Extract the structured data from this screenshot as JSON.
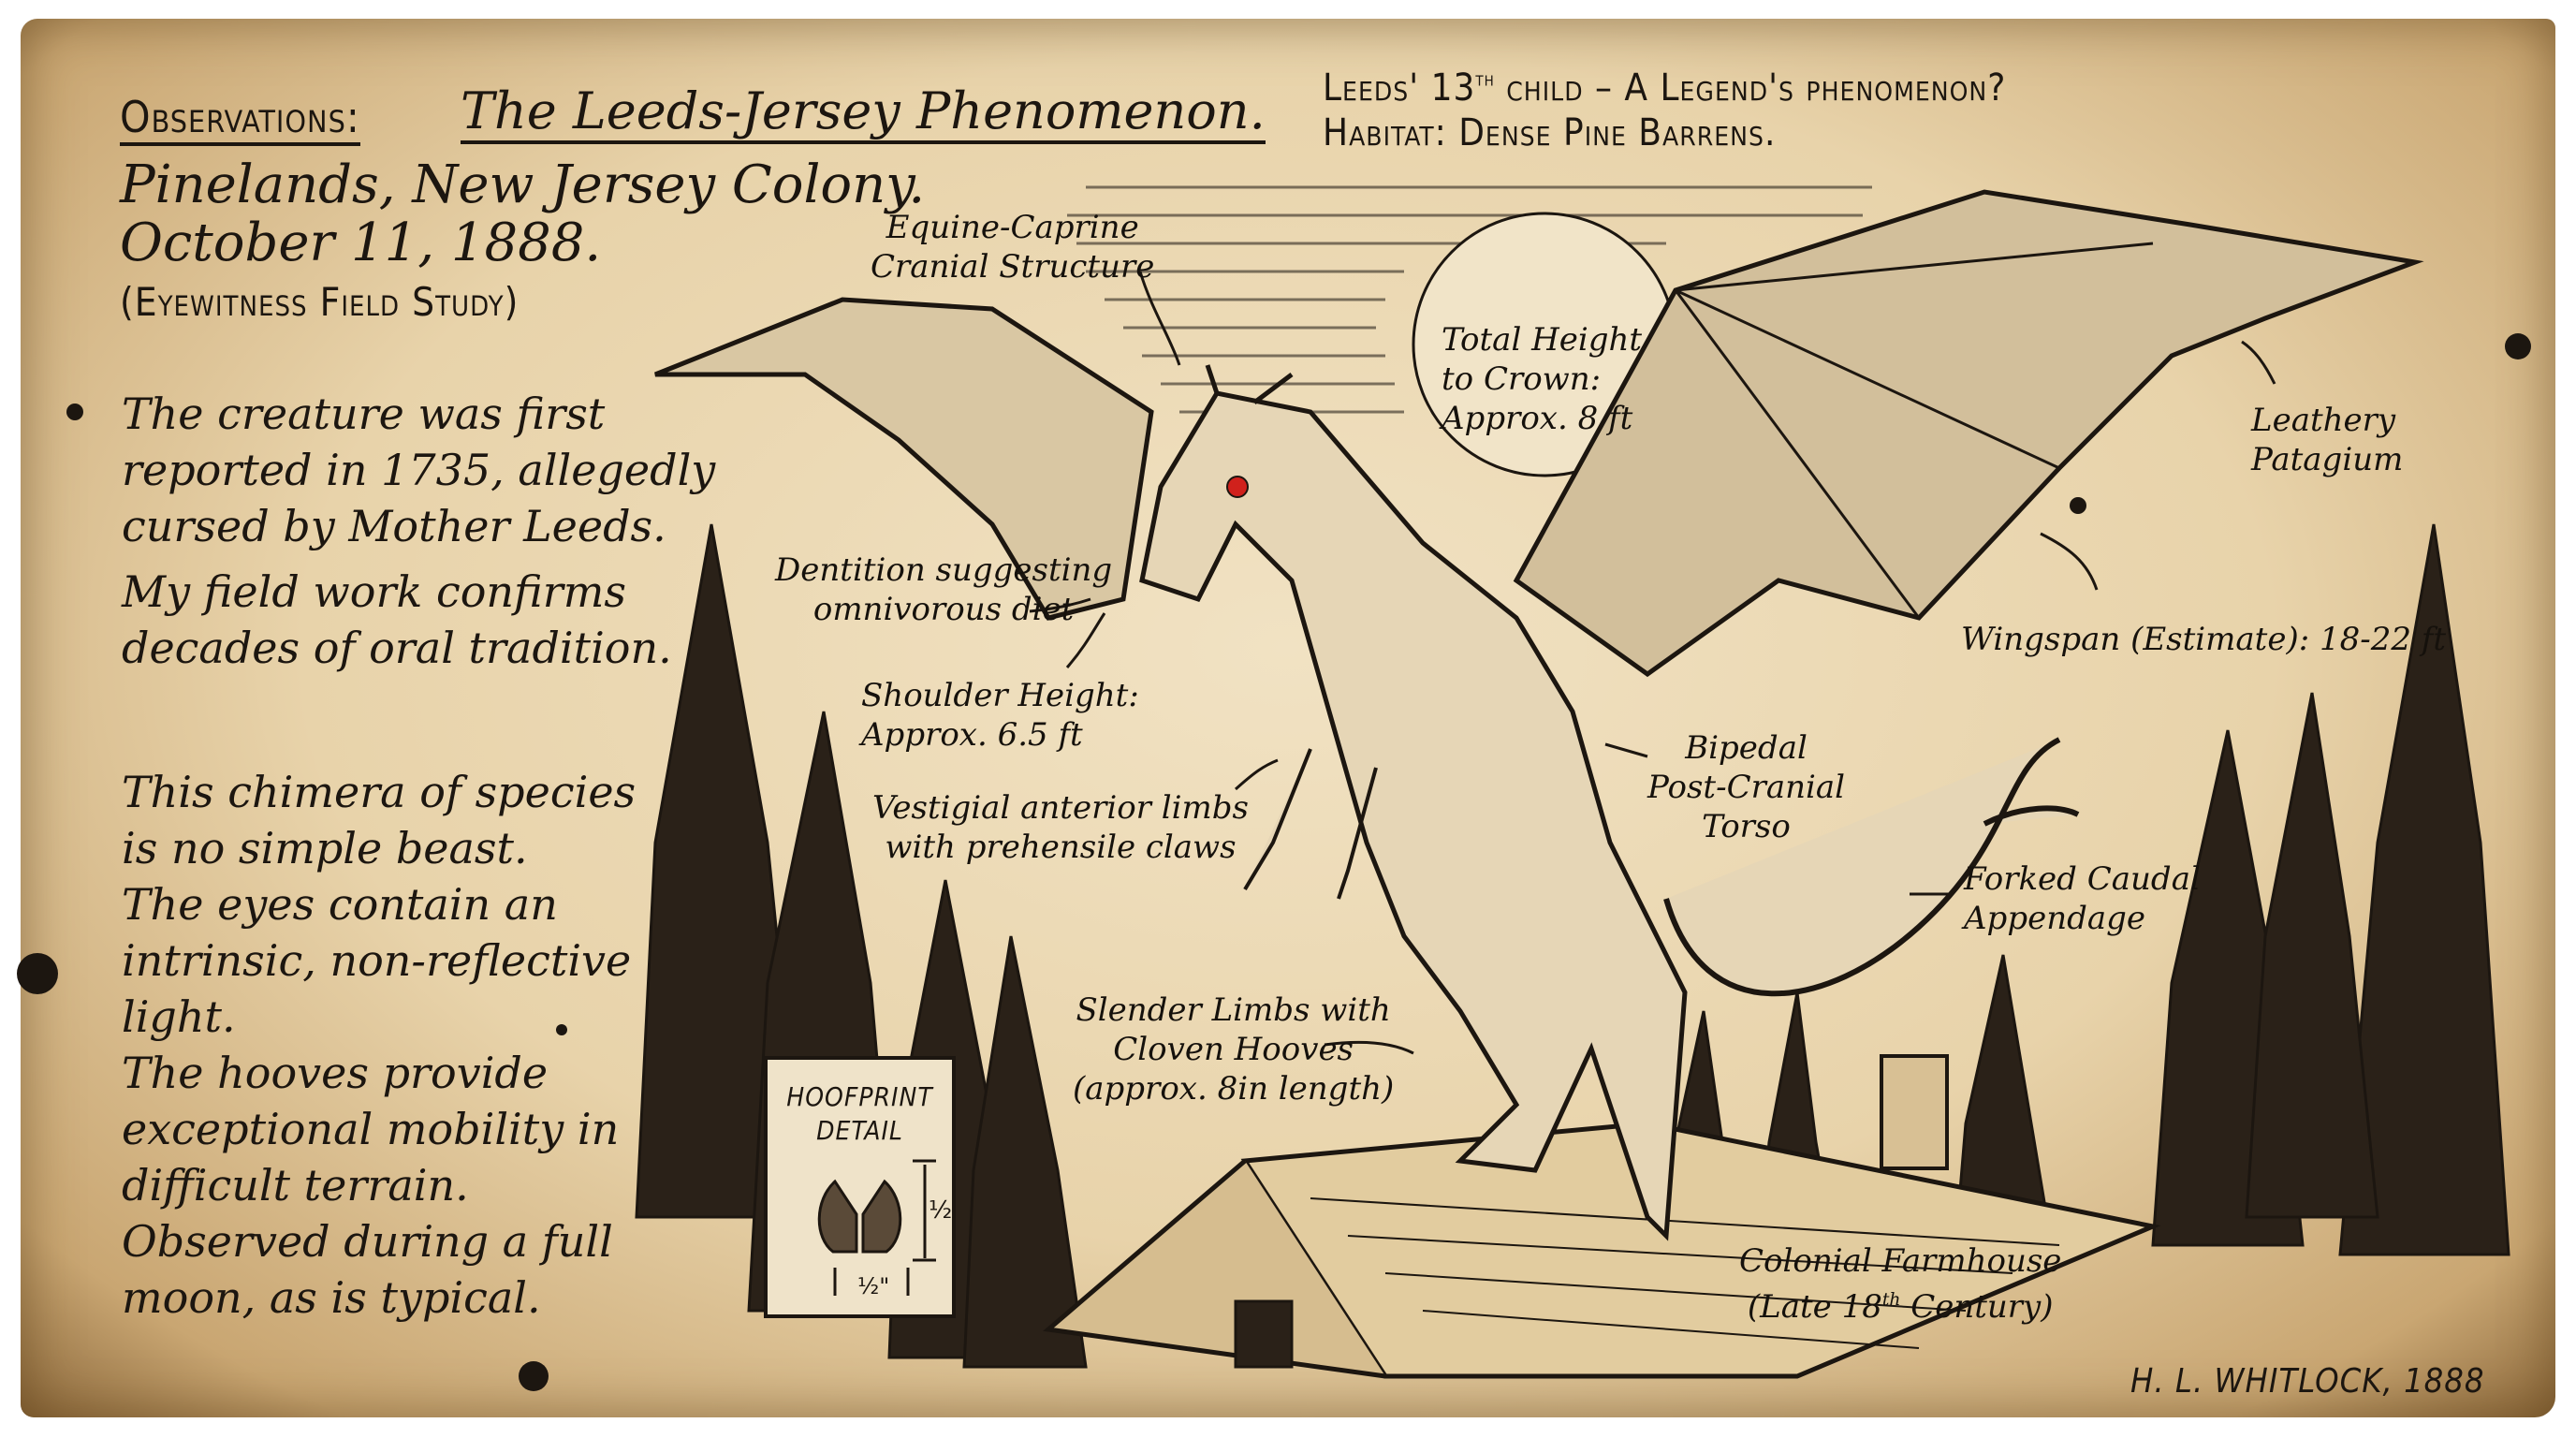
{
  "header": {
    "observations_label": "Observations:",
    "title": "The Leeds-Jersey Phenomenon.",
    "location": "Pinelands, New Jersey Colony.",
    "date": "October 11, 1888.",
    "study_type": "(Eyewitness Field Study)"
  },
  "top_right": {
    "line1_prefix": "Leeds' 13",
    "line1_sup": "th",
    "line1_suffix": " child – A Legend's phenomenon?",
    "line2": "Habitat: Dense Pine Barrens."
  },
  "notes": {
    "paragraph1": [
      "The creature was first",
      "reported in 1735, allegedly",
      "cursed by Mother Leeds.",
      "My field work confirms",
      "decades of oral tradition."
    ],
    "paragraph2": [
      "This chimera of species",
      "is no simple beast.",
      "The eyes contain an",
      "intrinsic, non-reflective",
      "light.",
      "The hooves provide",
      "exceptional mobility in",
      "difficult terrain.",
      "Observed during a full",
      "moon, as is typical."
    ]
  },
  "labels": {
    "cranial": [
      "Equine-Caprine",
      "Cranial Structure"
    ],
    "height": [
      "Total Height",
      "to Crown:",
      "Approx. 8 ft"
    ],
    "patagium": [
      "Leathery",
      "Patagium"
    ],
    "dentition": [
      "Dentition suggesting",
      "omnivorous diet"
    ],
    "wingspan": "Wingspan (Estimate): 18-22 ft",
    "shoulder": [
      "Shoulder Height:",
      "Approx. 6.5 ft"
    ],
    "torso": [
      "Bipedal",
      "Post-Cranial",
      "Torso"
    ],
    "limbs": [
      "Vestigial anterior limbs",
      "with prehensile claws"
    ],
    "tail": [
      "Forked Caudal",
      "Appendage"
    ],
    "legs": [
      "Slender Limbs with",
      "Cloven Hooves",
      "(approx. 8in length)"
    ],
    "farmhouse_line1": "Colonial Farmhouse",
    "farmhouse_line2_prefix": "(Late 18",
    "farmhouse_line2_sup": "th",
    "farmhouse_line2_suffix": " Century)"
  },
  "hoofprint": {
    "title": [
      "HOOFPRINT",
      "DETAIL"
    ],
    "height_dim": "½",
    "width_dim": "½\""
  },
  "signature": "H. L. WHITLOCK, 1888",
  "colors": {
    "paper": "#e8d3aa",
    "ink": "#1c1610",
    "eye": "#d0211c"
  }
}
